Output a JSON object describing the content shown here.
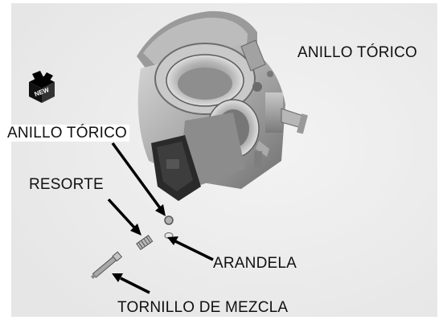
{
  "figure": {
    "labels": {
      "o_ring_top": "ANILLO TÓRICO",
      "o_ring_left": "ANILLO TÓRICO",
      "spring": "RESORTE",
      "washer": "ARANDELA",
      "mixture_screw": "TORNILLO DE MEZCLA"
    },
    "new_badge_text": "NEW"
  }
}
